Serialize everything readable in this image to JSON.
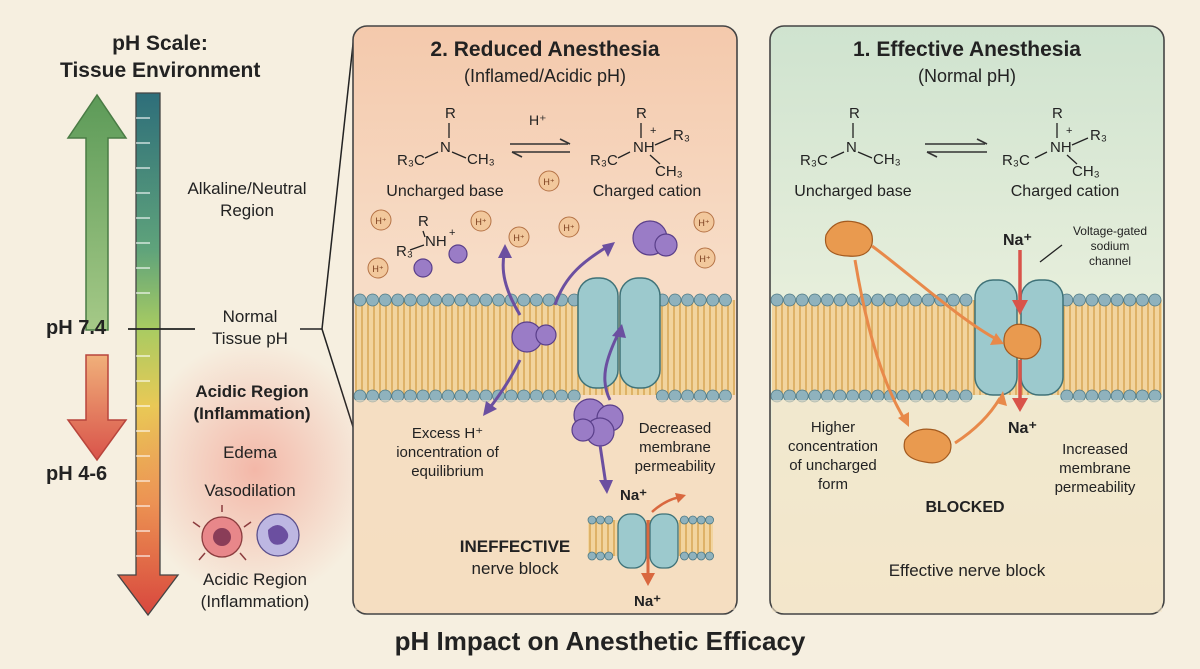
{
  "scale": {
    "title_line1": "pH Scale:",
    "title_line2": "Tissue Environment",
    "alkaline_line1": "Alkaline/Neutral",
    "alkaline_line2": "Region",
    "normal_line1": "Normal",
    "normal_line2": "Tissue pH",
    "ph_normal": "pH 7.4",
    "ph_acidic": "pH 4-6",
    "acidic_title_line1": "Acidic Region",
    "acidic_title_line2": "(Inflammation)",
    "edema": "Edema",
    "vasodilation": "Vasodilation",
    "acidic_bottom_line1": "Acidic Region",
    "acidic_bottom_line2": "(Inflammation)"
  },
  "panel_reduced": {
    "title": "2. Reduced Anesthesia",
    "subtitle": "(Inflamed/Acidic pH)",
    "h_plus": "H⁺",
    "uncharged_label": "Uncharged base",
    "charged_label": "Charged cation",
    "excess_line1": "Excess H⁺",
    "excess_line2": "ioncentration of",
    "excess_line3": "equilibrium",
    "decreased_line1": "Decreased",
    "decreased_line2": "membrane",
    "decreased_line3": "permeability",
    "na_top": "Na⁺",
    "na_bottom": "Na⁺",
    "ineffective_line1": "INEFFECTIVE",
    "ineffective_line2": "nerve block"
  },
  "panel_effective": {
    "title": "1. Effective Anesthesia",
    "subtitle": "(Normal pH)",
    "uncharged_label": "Uncharged base",
    "charged_label": "Charged cation",
    "na_top": "Na⁺",
    "na_bottom": "Na⁺",
    "channel_line1": "Voltage-gated",
    "channel_line2": "sodium",
    "channel_line3": "channel",
    "higher_line1": "Higher",
    "higher_line2": "concentration",
    "higher_line3": "of uncharged",
    "higher_line4": "form",
    "increased_line1": "Increased",
    "increased_line2": "membrane",
    "increased_line3": "permeability",
    "blocked": "BLOCKED",
    "effective_block": "Effective nerve block"
  },
  "footer": {
    "title": "pH Impact on Anesthetic Efficacy"
  },
  "colors": {
    "reduced_panel": "#f6d2b8",
    "effective_panel": "#d9e8d6",
    "membrane_head": "#8fb2bd",
    "channel": "#9cc9cd",
    "drug_purple": "#9a7cc6",
    "drug_orange": "#e99a4f",
    "arrow_green": "#6ea25d",
    "arrow_red": "#d9534a"
  }
}
